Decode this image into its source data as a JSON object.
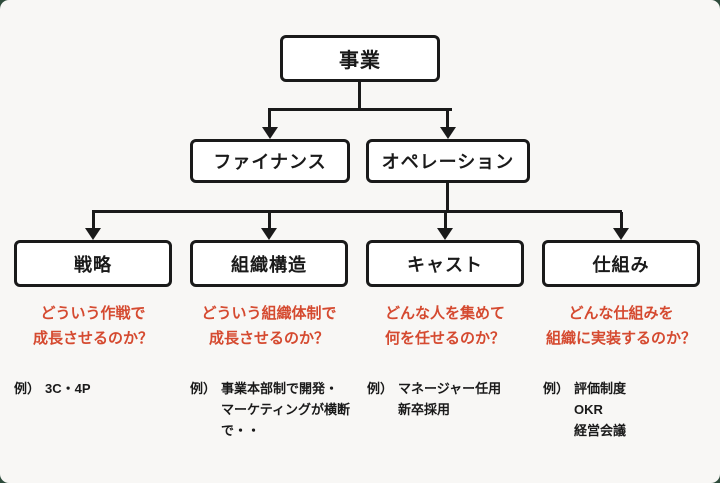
{
  "colors": {
    "card_background": "#f8f7f5",
    "page_background": "#2e4b3b",
    "node_border": "#1a1a1a",
    "accent_red": "#d54a30"
  },
  "tree": {
    "root": {
      "label": "事業"
    },
    "level2": [
      {
        "label": "ファイナンス"
      },
      {
        "label": "オペレーション"
      }
    ],
    "columns": [
      {
        "label": "戦略",
        "question_lines": [
          "どういう作戦で",
          "成長させるのか？"
        ],
        "example_label": "例）",
        "example_lines": [
          "3C・4P"
        ]
      },
      {
        "label": "組織構造",
        "question_lines": [
          "どういう組織体制で",
          "成長させるのか？"
        ],
        "example_label": "例）",
        "example_lines": [
          "事業本部制で開発・",
          "マーケティングが横断",
          "で・・"
        ]
      },
      {
        "label": "キャスト",
        "question_lines": [
          "どんな人を集めて",
          "何を任せるのか？"
        ],
        "example_label": "例）",
        "example_lines": [
          "マネージャー任用",
          "新卒採用"
        ]
      },
      {
        "label": "仕組み",
        "question_lines": [
          "どんな仕組みを",
          "組織に実装するのか？"
        ],
        "example_label": "例）",
        "example_lines": [
          "評価制度",
          "OKR",
          "経営会議"
        ]
      }
    ]
  }
}
